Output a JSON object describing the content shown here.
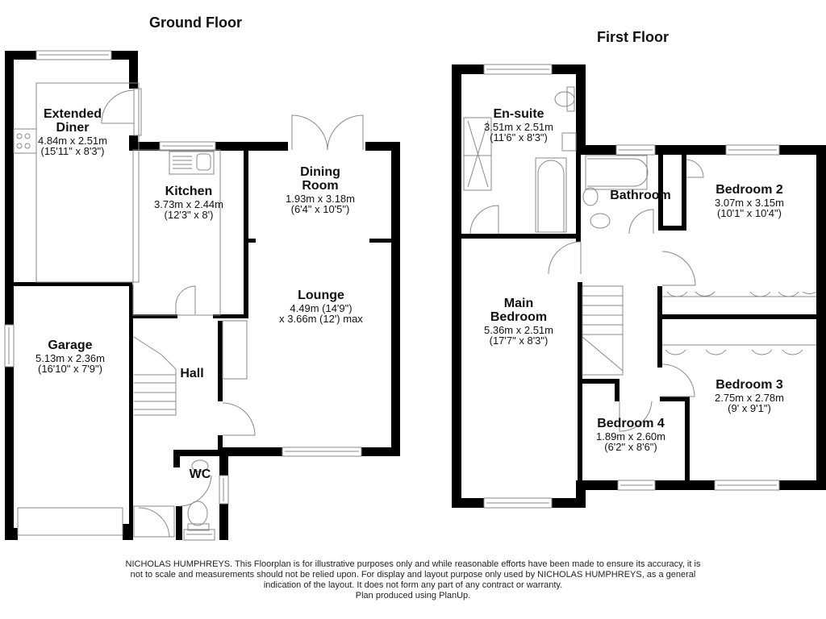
{
  "floors": {
    "ground": {
      "title": "Ground Floor",
      "rooms": [
        {
          "name_lines": [
            "Extended",
            "Diner"
          ],
          "metric": "4.84m x 2.51m",
          "imperial": "(15'11\" x 8'3\")"
        },
        {
          "name_lines": [
            "Kitchen"
          ],
          "metric": "3.73m x 2.44m",
          "imperial": "(12'3\" x 8')"
        },
        {
          "name_lines": [
            "Dining",
            "Room"
          ],
          "metric": "1.93m x 3.18m",
          "imperial": "(6'4\" x 10'5\")"
        },
        {
          "name_lines": [
            "Lounge"
          ],
          "metric": "4.49m (14'9\")",
          "imperial": "x 3.66m (12') max"
        },
        {
          "name_lines": [
            "Garage"
          ],
          "metric": "5.13m x 2.36m",
          "imperial": "(16'10\" x 7'9\")"
        },
        {
          "name_lines": [
            "Hall"
          ],
          "metric": "",
          "imperial": ""
        },
        {
          "name_lines": [
            "WC"
          ],
          "metric": "",
          "imperial": ""
        }
      ]
    },
    "first": {
      "title": "First Floor",
      "rooms": [
        {
          "name_lines": [
            "En-suite"
          ],
          "metric": "3.51m x 2.51m",
          "imperial": "(11'6\" x 8'3\")"
        },
        {
          "name_lines": [
            "Bathroom"
          ],
          "metric": "",
          "imperial": ""
        },
        {
          "name_lines": [
            "Bedroom 2"
          ],
          "metric": "3.07m x 3.15m",
          "imperial": "(10'1\" x 10'4\")"
        },
        {
          "name_lines": [
            "Main",
            "Bedroom"
          ],
          "metric": "5.36m x 2.51m",
          "imperial": "(17'7\" x 8'3\")"
        },
        {
          "name_lines": [
            "Bedroom 3"
          ],
          "metric": "2.75m x 2.78m",
          "imperial": "(9' x 9'1\")"
        },
        {
          "name_lines": [
            "Bedroom 4"
          ],
          "metric": "1.89m x 2.60m",
          "imperial": "(6'2\" x 8'6\")"
        }
      ]
    }
  },
  "disclaimer": {
    "lines": [
      "NICHOLAS HUMPHREYS. This Floorplan is for illustrative purposes only and while reasonable efforts have been made to ensure its accuracy, it is",
      "not to scale and measurements should not be relied upon. For display and layout purpose only used by NICHOLAS HUMPHREYS, as a general",
      "indication of the layout. It does not form any part of any contract or warranty.",
      "Plan produced using PlanUp."
    ]
  },
  "colors": {
    "wall": "#000000",
    "fixture_line": "#888888",
    "background": "#ffffff"
  }
}
